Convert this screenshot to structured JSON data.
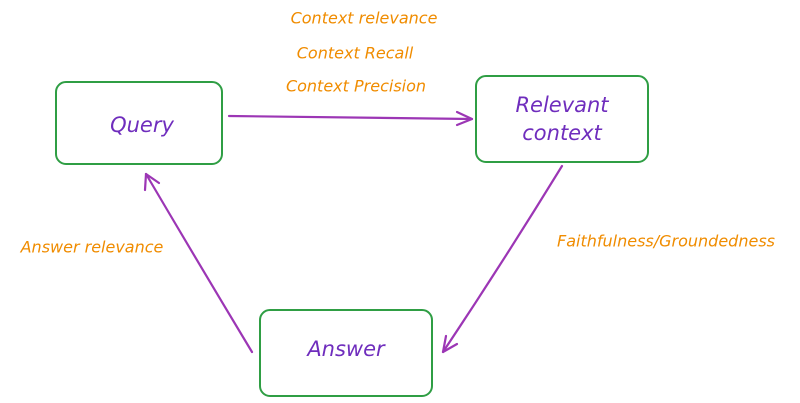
{
  "nodes": {
    "query": {
      "label": "Query"
    },
    "context": {
      "label_line1": "Relevant",
      "label_line2": "context"
    },
    "answer": {
      "label": "Answer"
    }
  },
  "edges": {
    "query_to_context": {
      "labels": [
        "Context relevance",
        "Context Recall",
        "Context Precision"
      ]
    },
    "context_to_answer": {
      "label": "Faithfulness/Groundedness"
    },
    "answer_to_query": {
      "label": "Answer relevance"
    }
  },
  "colors": {
    "box_stroke": "#2f9e44",
    "node_text": "#6f2dbd",
    "edge_text": "#f08c00",
    "arrow": "#9c36b5"
  }
}
